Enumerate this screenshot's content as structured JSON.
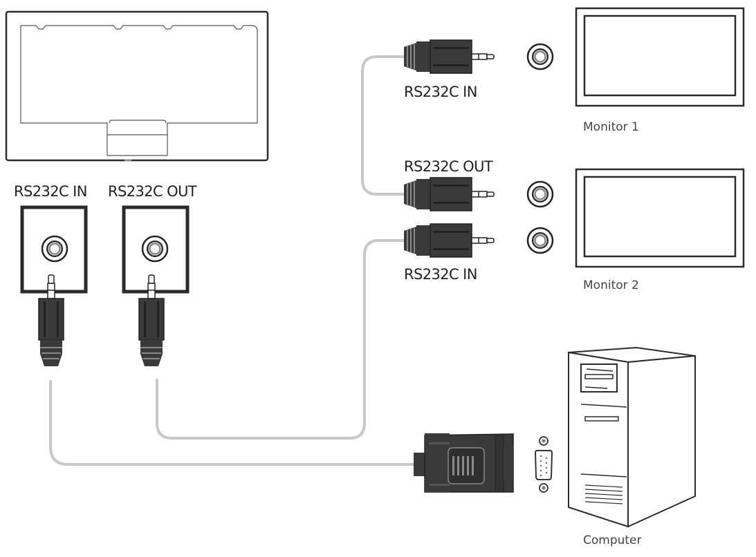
{
  "labels": {
    "back_in": "RS232C IN",
    "back_out": "RS232C OUT",
    "monitor1_in": "RS232C IN",
    "monitor2_out": "RS232C OUT",
    "monitor2_in": "RS232C IN",
    "monitor1": "Monitor 1",
    "monitor2": "Monitor 2",
    "computer": "Computer"
  },
  "colors": {
    "line": "#2b2b2b",
    "cable": "#c8c8c8",
    "plug": "#3a3a3a"
  },
  "icons": [
    "rs232c-in-jack-icon",
    "rs232c-out-jack-icon",
    "stereo-plug-icon",
    "d-sub-connector-icon",
    "serial-port-icon",
    "monitor-icon",
    "computer-tower-icon"
  ]
}
